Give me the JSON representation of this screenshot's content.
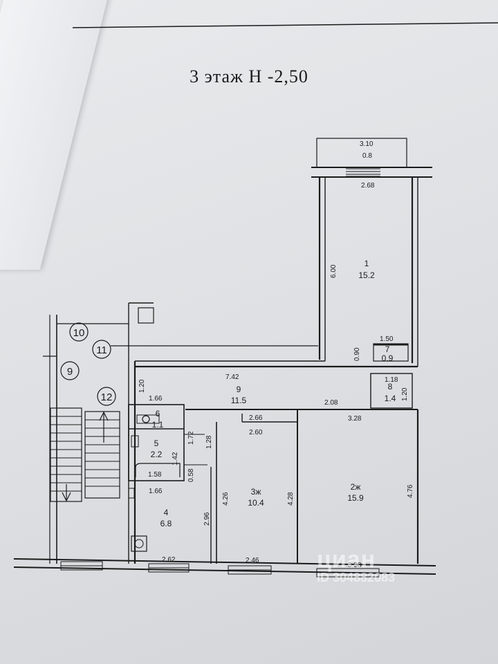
{
  "title": "3 этаж  Н -2,50",
  "rooms": [
    {
      "id": "1",
      "number": "1",
      "area": "15.2"
    },
    {
      "id": "2",
      "number": "2ж",
      "area": "15.9"
    },
    {
      "id": "3",
      "number": "3ж",
      "area": "10.4"
    },
    {
      "id": "4",
      "number": "4",
      "area": "6.8"
    },
    {
      "id": "5",
      "number": "5",
      "area": "2.2"
    },
    {
      "id": "6",
      "number": "6",
      "area": "1.1"
    },
    {
      "id": "7",
      "number": "7",
      "area": "0.9"
    },
    {
      "id": "8",
      "number": "8",
      "area": "1.4"
    },
    {
      "id": "9",
      "number": "9",
      "area": "11.5"
    }
  ],
  "stair_labels": [
    "10",
    "11",
    "9",
    "12"
  ],
  "dimensions": {
    "balcony_width": "3.10",
    "balcony_depth": "0.8",
    "room1_width": "2.68",
    "room1_length": "6.00",
    "room7_width": "1.50",
    "room7_depth": "0.90",
    "corridor_length": "7.42",
    "corridor_width": "1.20",
    "room8_width": "1.18",
    "room8_length": "1.20",
    "room6_width": "1.66",
    "room5_length": "1.72",
    "room5_width": "1.42",
    "bath_length": "1.58",
    "wall_058": "0.58",
    "passage_128": "1.28",
    "room3_top_outer": "2.66",
    "room3_top_inner": "2.60",
    "room3_left": "4.26",
    "room3_right": "4.28",
    "room3_bottom": "2.46",
    "step_208": "2.08",
    "room2_top": "3.28",
    "room2_right": "4.76",
    "room2_bottom": "3.38",
    "room4_top": "1.66",
    "room4_side": "2.96",
    "room4_bottom": "2.62"
  },
  "watermark": {
    "brand": "циан",
    "id": "ID 304882083"
  }
}
